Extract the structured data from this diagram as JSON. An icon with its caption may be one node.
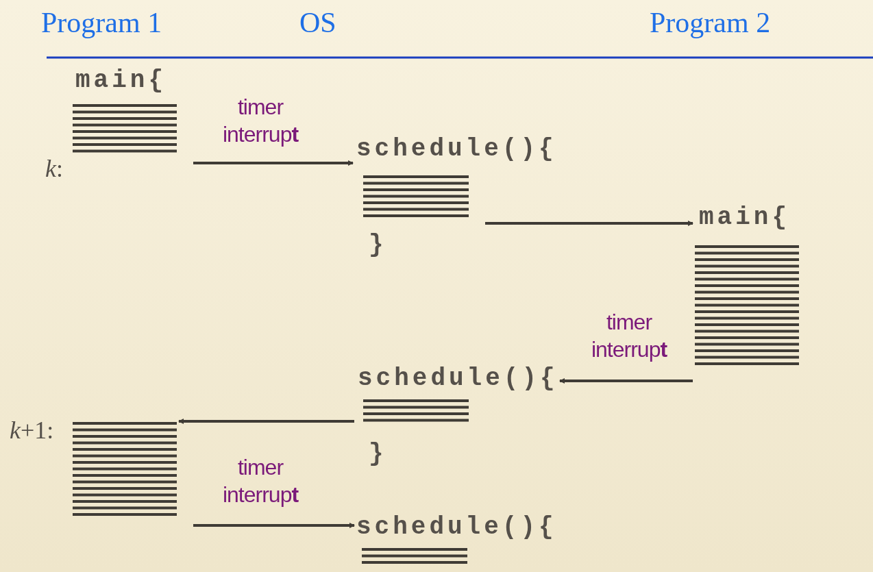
{
  "diagram": {
    "nodes": [
      {
        "text": [
          "main{"
        ],
        "beside": [
          "*k*:"
        ]
      },
      {
        "text": [
          "schedule(){",
          "}"
        ]
      },
      {
        "text": [
          "main{"
        ]
      },
      {
        "text": [
          "schedule(){",
          "}"
        ]
      },
      {
        "text": [],
        "shape": "box",
        "beside": [
          "*k*+1:"
        ]
      },
      {
        "text": [
          "schedule(){"
        ]
      }
    ],
    "edges": [
      {
        "from": 0,
        "to": 1,
        "arrow": "to",
        "label": "timer interrup**t**"
      },
      {
        "from": 1,
        "to": 2,
        "arrow": "to"
      },
      {
        "from": 2,
        "to": 3,
        "arrow": "to",
        "label": "timer interrup**t**"
      },
      {
        "from": 3,
        "to": 4,
        "arrow": "to"
      },
      {
        "from": 4,
        "to": 5,
        "arrow": "to",
        "label": "timer interrup**t**"
      }
    ],
    "labels": [
      "Program 1",
      "OS",
      "Program 2"
    ]
  }
}
